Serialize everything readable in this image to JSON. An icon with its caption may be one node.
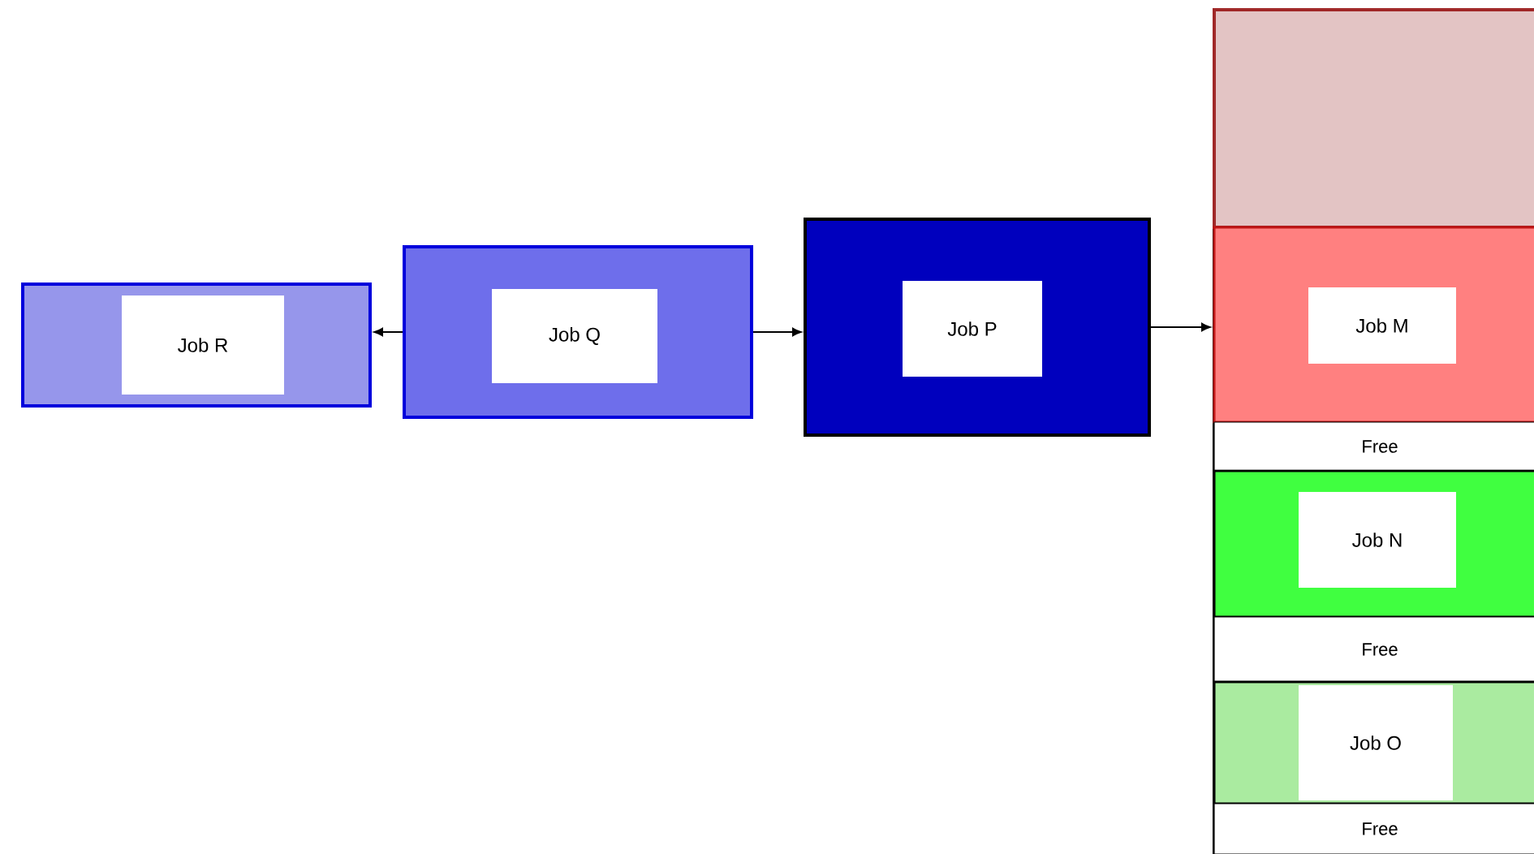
{
  "diagram": {
    "nodes": [
      {
        "text": [
          "Job R"
        ]
      },
      {
        "text": [
          "Job Q"
        ]
      },
      {
        "text": [
          "Job P"
        ]
      },
      {
        "text": [],
        "shape": "box"
      },
      {
        "text": [],
        "shape": "box",
        "in": 3
      },
      {
        "text": [
          "Job M"
        ],
        "in": 3
      },
      {
        "text": [
          "Free"
        ],
        "in": 3
      },
      {
        "text": [
          "Job N"
        ],
        "in": 3
      },
      {
        "text": [
          "Free"
        ],
        "in": 3
      },
      {
        "text": [
          "Job O"
        ],
        "in": 3
      },
      {
        "text": [
          "Free"
        ],
        "in": 3
      }
    ],
    "edges": [
      {
        "from": 1,
        "to": 0,
        "arrow": "to"
      },
      {
        "from": 1,
        "to": 2,
        "arrow": "to"
      },
      {
        "from": 2,
        "to": 5,
        "arrow": "to"
      }
    ]
  }
}
